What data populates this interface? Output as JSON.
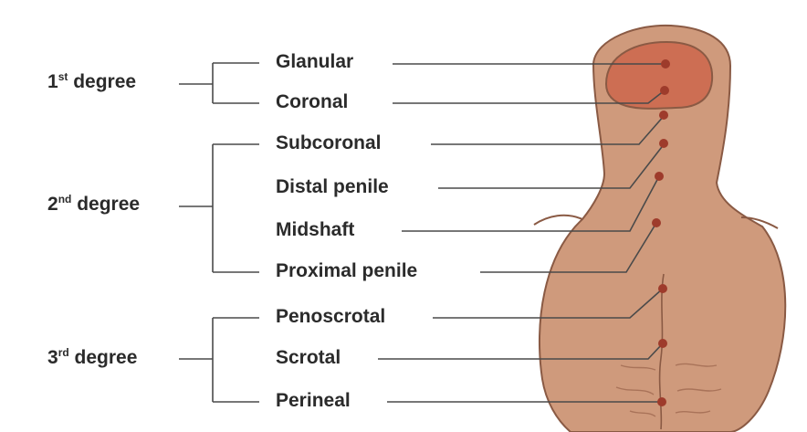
{
  "groups": [
    {
      "num": "1",
      "sup": "st",
      "word": "degree"
    },
    {
      "num": "2",
      "sup": "nd",
      "word": "degree"
    },
    {
      "num": "3",
      "sup": "rd",
      "word": "degree"
    }
  ],
  "locations": [
    {
      "label": "Glanular"
    },
    {
      "label": "Coronal"
    },
    {
      "label": "Subcoronal"
    },
    {
      "label": "Distal penile"
    },
    {
      "label": "Midshaft"
    },
    {
      "label": "Proximal penile"
    },
    {
      "label": "Penoscrotal"
    },
    {
      "label": "Scrotal"
    },
    {
      "label": "Perineal"
    }
  ],
  "colors": {
    "skin": "#cf9a7c",
    "glans": "#cd6e53",
    "outline": "#8a5a44",
    "dot": "#9e3b2b",
    "line": "#4a4a4a",
    "text": "#2b2b2b"
  }
}
